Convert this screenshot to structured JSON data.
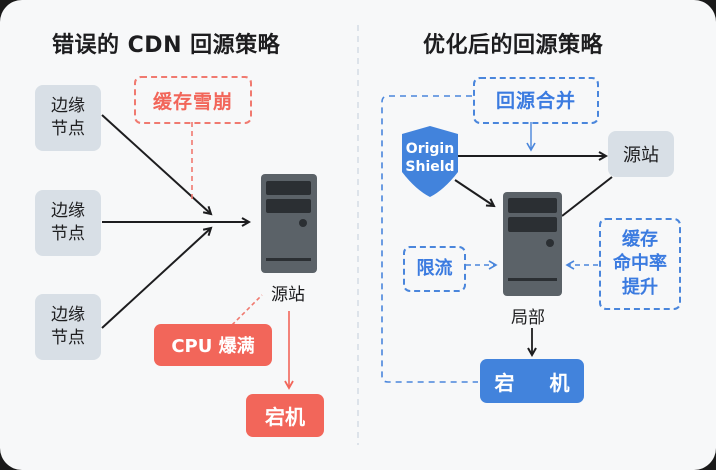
{
  "left": {
    "title": "错误的 CDN 回源策略",
    "edge_nodes": [
      {
        "label": "边缘节点"
      },
      {
        "label": "边缘节点"
      },
      {
        "label": "边缘节点"
      }
    ],
    "cache_avalanche": "缓存雪崩",
    "origin_label": "源站",
    "cpu_overload": "CPU 爆满",
    "crash": "宕机"
  },
  "right": {
    "title": "优化后的回源策略",
    "request_merge": "回源合并",
    "shield_line1": "Origin",
    "shield_line2": "Shield",
    "origin_box": "源站",
    "rate_limit": "限流",
    "cache_hit_l1": "缓存",
    "cache_hit_l2": "命中率",
    "cache_hit_l3": "提升",
    "server_label": "局部",
    "crash": "宕 机"
  },
  "colors": {
    "red": "#f2665a",
    "blue": "#4283dc",
    "node_gray": "#d8dfe6",
    "server": "#5b6268"
  }
}
